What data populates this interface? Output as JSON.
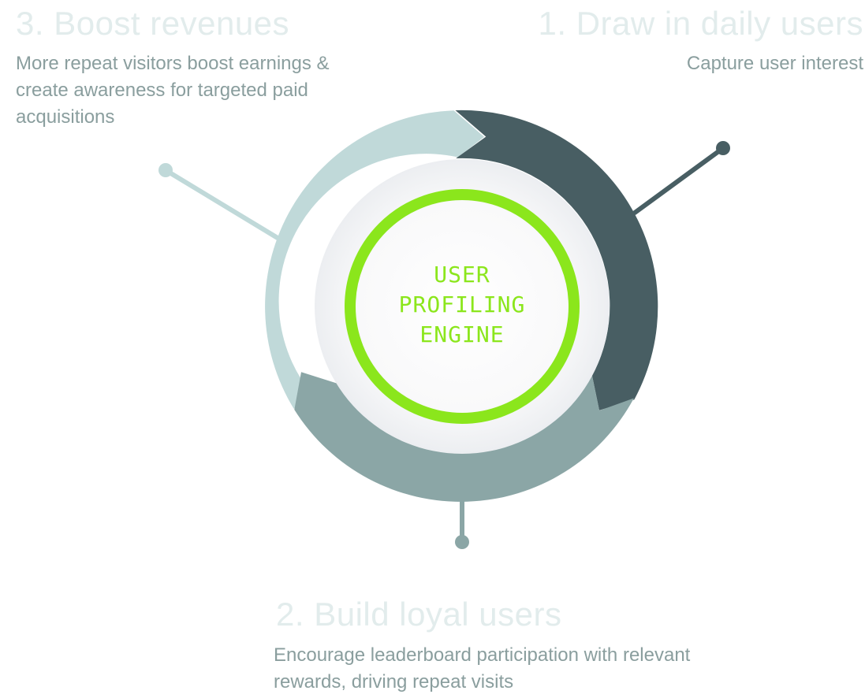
{
  "colors": {
    "step1": "#485e63",
    "step2": "#8ba6a6",
    "step3": "#c0d9d9",
    "accent_green": "#8be61c",
    "title_text": "#e2ecec",
    "body_text": "#8a9e9e",
    "inner_disc": "#f4f5f7"
  },
  "steps": [
    {
      "id": "1",
      "title": "1. Draw in daily users",
      "description": "Capture user interest"
    },
    {
      "id": "2",
      "title": "2. Build loyal users",
      "description": "Encourage leaderboard participation with relevant rewards, driving repeat visits"
    },
    {
      "id": "3",
      "title": "3. Boost revenues",
      "description": "More repeat visitors boost earnings & create awareness for targeted paid acquisitions"
    }
  ],
  "center": {
    "lines": [
      "USER",
      "PROFILING",
      "ENGINE"
    ]
  }
}
